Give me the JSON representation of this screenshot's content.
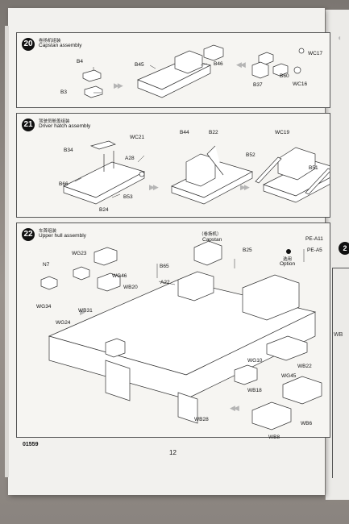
{
  "document": {
    "catalog_number": "01559",
    "page_number": "12"
  },
  "steps": [
    {
      "number": "20",
      "title_cn": "卷扬机组装",
      "title_en": "Capstan assembly",
      "parts": [
        "B4",
        "B3",
        "B45",
        "B46",
        "WC17",
        "B60",
        "B37",
        "WC16"
      ]
    },
    {
      "number": "21",
      "title_cn": "驾驶员舱盖组装",
      "title_en": "Driver hatch assembly",
      "parts": [
        "B34",
        "WC21",
        "A28",
        "B66",
        "B53",
        "B24",
        "B44",
        "B22",
        "WC19",
        "B52",
        "B51"
      ]
    },
    {
      "number": "22",
      "title_cn": "车首组装",
      "title_en": "Upper hull assembly",
      "parts": [
        "WG23",
        "N7",
        "WG46",
        "WG34",
        "WB31",
        "WG24",
        "B65",
        "A22",
        "WB20",
        "B25",
        "PE-A11",
        "PE-A5",
        "WG10",
        "WB22",
        "WG45",
        "WB18",
        "WB28",
        "WB8",
        "WB6"
      ],
      "capstan_cn": "（卷扬机）",
      "capstan_en": "Capstan",
      "option_cn": "选用",
      "option_en": "Option"
    }
  ],
  "next_page": {
    "step_number": "2",
    "parts": [
      "WB"
    ]
  }
}
